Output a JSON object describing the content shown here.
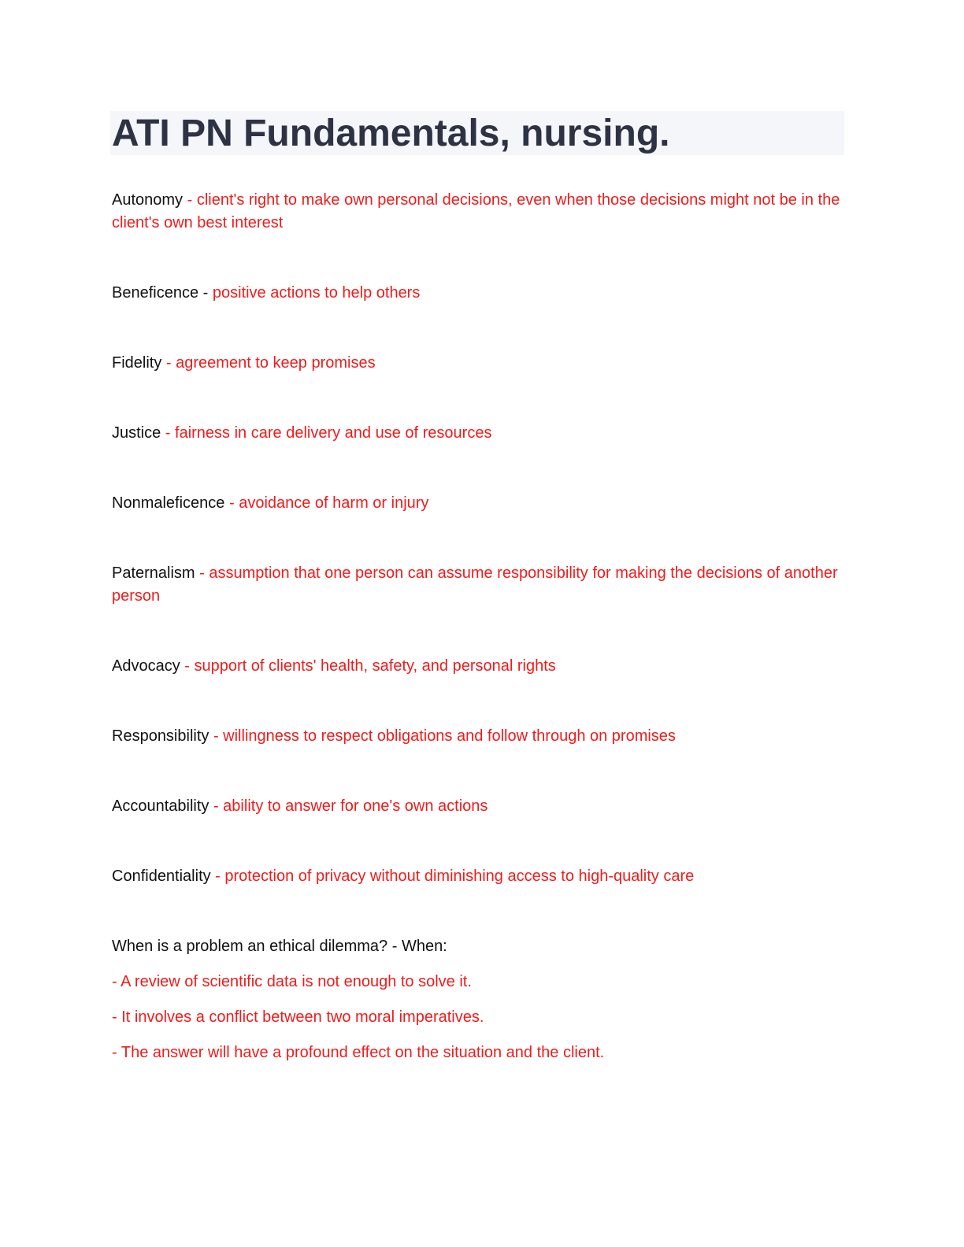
{
  "document": {
    "title": "ATI PN Fundamentals, nursing.",
    "entries": [
      {
        "term": "Autonomy",
        "definition": " - client's right to make own personal decisions, even when those decisions might not be in the client's own best interest"
      },
      {
        "term": "Beneficence - ",
        "definition": "positive actions to help others"
      },
      {
        "term": "Fidelity",
        "definition": " - agreement to keep promises"
      },
      {
        "term": "Justice",
        "definition": " - fairness in care delivery and use of resources"
      },
      {
        "term": "Nonmaleficence",
        "definition": " - avoidance of harm or injury"
      },
      {
        "term": "Paternalism",
        "definition": " - assumption that one person can assume responsibility for making the decisions of another person"
      },
      {
        "term": "Advocacy",
        "definition": " - support of clients' health, safety, and personal rights"
      },
      {
        "term": "Responsibility",
        "definition": " - willingness to respect obligations and follow through on promises"
      },
      {
        "term": "Accountability",
        "definition": " - ability to answer for one's own actions"
      },
      {
        "term": "Confidentiality",
        "definition": " - protection of privacy without diminishing access to high-quality care"
      }
    ],
    "question": "When is a problem an ethical dilemma? - When:",
    "answers": [
      "- A review of scientific data is not enough to solve it.",
      "- It involves a conflict between two moral imperatives.",
      "- The answer will have a profound effect on the situation and the client."
    ],
    "colors": {
      "title_text": "#2d3344",
      "title_background": "#f5f6fa",
      "term_text": "#111111",
      "definition_text": "#ee1c1c"
    }
  }
}
